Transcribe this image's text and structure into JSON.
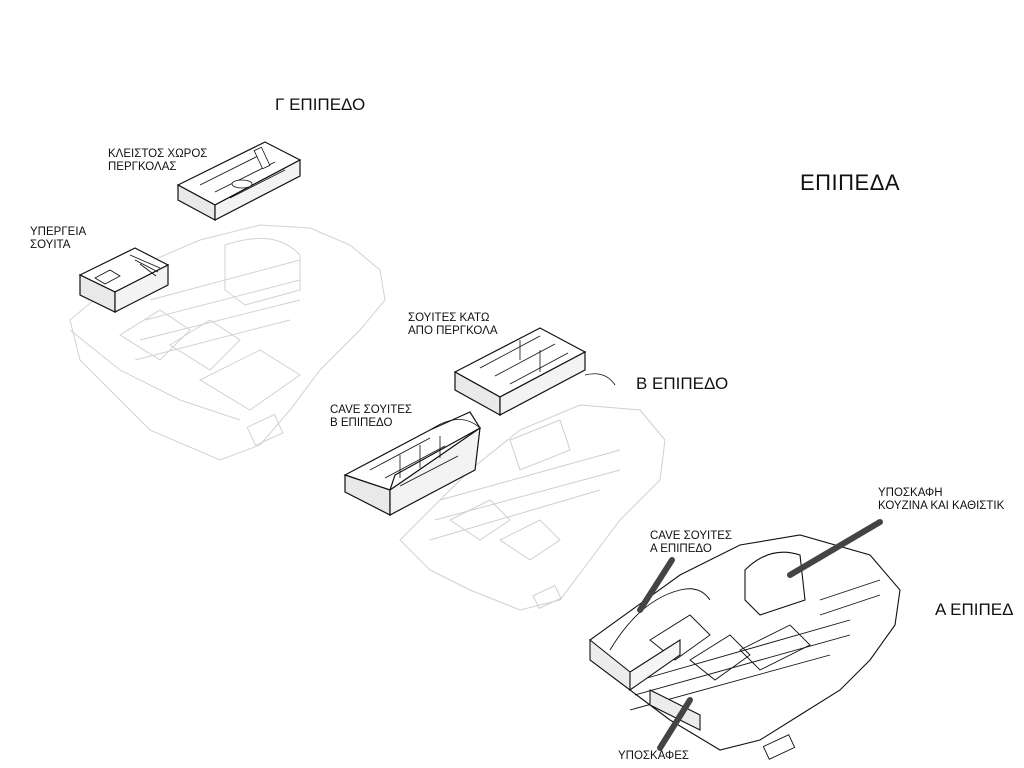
{
  "title": "ΕΠΙΠΕΔΑ",
  "levels": {
    "g": {
      "name": "Γ ΕΠΙΠΕΔΟ",
      "closed_space": [
        "ΚΛΕΙΣΤΟΣ ΧΩΡΟΣ",
        "ΠΕΡΓΚΟΛΑΣ"
      ],
      "outdoor_suite": [
        "ΥΠΕΡΓΕΙΑ",
        "ΣΟΥΙΤΑ"
      ]
    },
    "b": {
      "name": "Β ΕΠΙΠΕΔΟ",
      "suites_under_pergola": [
        "ΣΟΥΙΤΕΣ ΚΑΤΩ",
        "ΑΠΟ ΠΕΡΓΚΟΛΑ"
      ],
      "cave_suites": [
        "CAVE ΣΟΥΙΤΕΣ",
        "Β ΕΠΙΠΕΔΟ"
      ]
    },
    "a": {
      "name": "Α ΕΠΙΠΕΔ",
      "excavation_kitchen": [
        "ΥΠΟΣΚΑΦΗ",
        "ΚΟΥΖΙΝΑ ΚΑΙ ΚΑΘΙΣΤΙΚ"
      ],
      "cave_suites": [
        "CAVE ΣΟΥΙΤΕΣ",
        "Α ΕΠΙΠΕΔΟ"
      ],
      "excavations": "ΥΠΟΣΚΑΦΕΣ"
    }
  }
}
